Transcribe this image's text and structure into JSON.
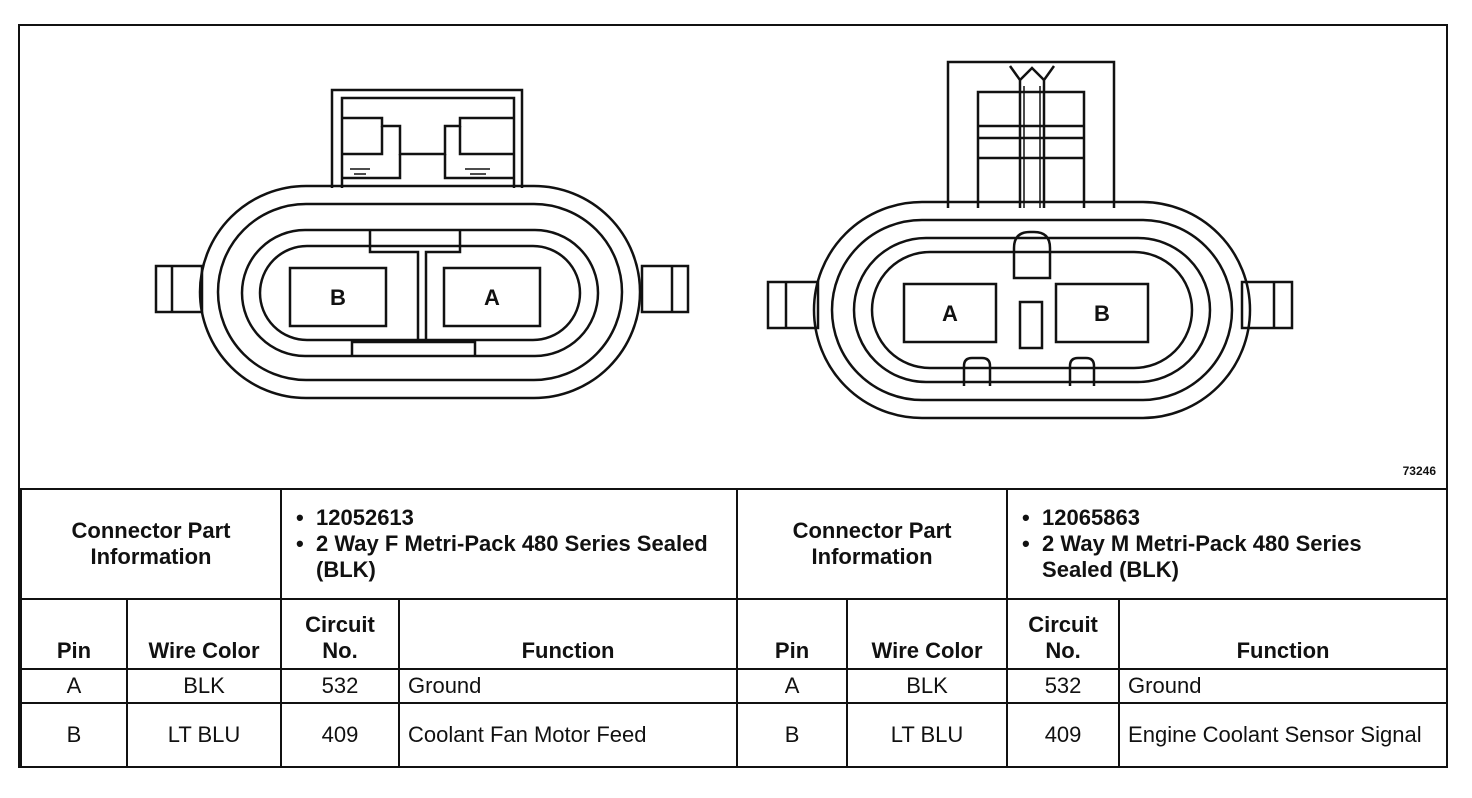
{
  "figure_id": "73246",
  "left_connector": {
    "cavity_labels": [
      "B",
      "A"
    ],
    "part_info_label": "Connector Part Information",
    "part_number": "12052613",
    "description": "2 Way F Metri-Pack 480 Series Sealed (BLK)",
    "columns": [
      "Pin",
      "Wire Color",
      "Circuit No.",
      "Function"
    ],
    "pins": [
      {
        "pin": "A",
        "wire_color": "BLK",
        "circuit": "532",
        "function": "Ground"
      },
      {
        "pin": "B",
        "wire_color": "LT BLU",
        "circuit": "409",
        "function": "Coolant Fan Motor Feed"
      }
    ]
  },
  "right_connector": {
    "cavity_labels": [
      "A",
      "B"
    ],
    "part_info_label": "Connector Part Information",
    "part_number": "12065863",
    "description": "2 Way M Metri-Pack 480 Series Sealed (BLK)",
    "columns": [
      "Pin",
      "Wire Color",
      "Circuit No.",
      "Function"
    ],
    "pins": [
      {
        "pin": "A",
        "wire_color": "BLK",
        "circuit": "532",
        "function": "Ground"
      },
      {
        "pin": "B",
        "wire_color": "LT BLU",
        "circuit": "409",
        "function": "Engine Coolant Sensor Signal"
      }
    ]
  }
}
